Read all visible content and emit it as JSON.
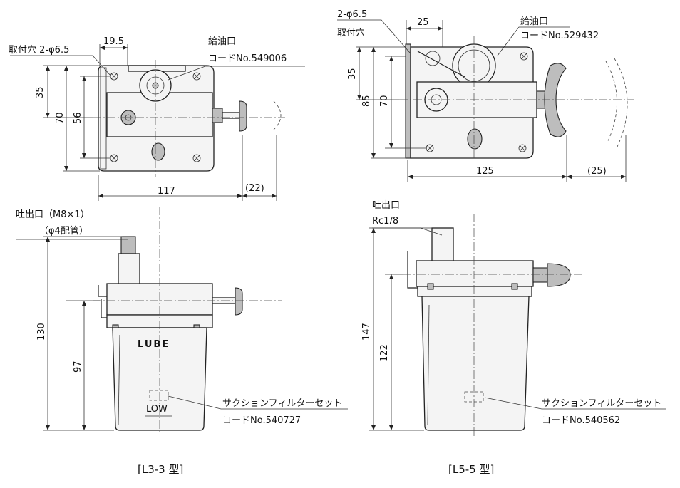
{
  "l3_plan": {
    "mount_hole": "取付穴 2-φ6.5",
    "dim_top": "19.5",
    "oil_inlet_title": "給油口",
    "oil_inlet_code": "コードNo.549006",
    "dim_35": "35",
    "dim_70": "70",
    "dim_56": "56",
    "dim_117": "117",
    "dim_22": "(22)"
  },
  "l5_plan": {
    "mount_hole": "2-φ6.5",
    "mount_hole_sub": "取付穴",
    "dim_25": "25",
    "oil_inlet_title": "給油口",
    "oil_inlet_code": "コードNo.529432",
    "dim_35": "35",
    "dim_85": "85",
    "dim_70": "70",
    "dim_125": "125",
    "dim_25b": "(25)"
  },
  "l3_side": {
    "outlet": "吐出口（M8×1）",
    "outlet_sub": "（φ4配管）",
    "dim_130": "130",
    "dim_97": "97",
    "tank_brand": "LUBE",
    "low_mark": "LOW",
    "filter_title": "サクションフィルターセット",
    "filter_code": "コードNo.540727"
  },
  "l5_side": {
    "outlet": "吐出口",
    "outlet_sub": "Rc1/8",
    "dim_147": "147",
    "dim_122": "122",
    "filter_title": "サクションフィルターセット",
    "filter_code": "コードNo.540562"
  },
  "captions": {
    "l3": "[L3-3 型]",
    "l5": "[L5-5 型]"
  }
}
